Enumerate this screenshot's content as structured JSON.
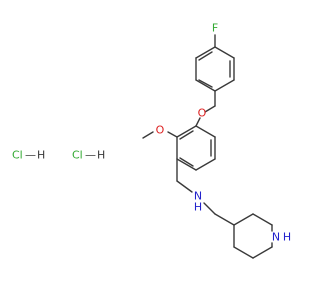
{
  "molecule": {
    "atoms": {
      "fluorine": {
        "label": "F",
        "color": "#33aa33"
      },
      "ether_oxygen": {
        "label": "O",
        "color": "#dd2222"
      },
      "methoxy_oxygen": {
        "label": "O",
        "color": "#dd2222"
      },
      "amine_n": {
        "label": "N",
        "h_label": "H",
        "color": "#2222cc"
      },
      "ring_n": {
        "label": "N",
        "h_label": "H",
        "color": "#2222cc"
      }
    },
    "salts": [
      {
        "label": "Cl",
        "bond": "—",
        "h": "H",
        "color": "#33aa33"
      },
      {
        "label": "Cl",
        "bond": "—",
        "h": "H",
        "color": "#33aa33"
      }
    ],
    "bond_color": "#3a3a3a"
  }
}
